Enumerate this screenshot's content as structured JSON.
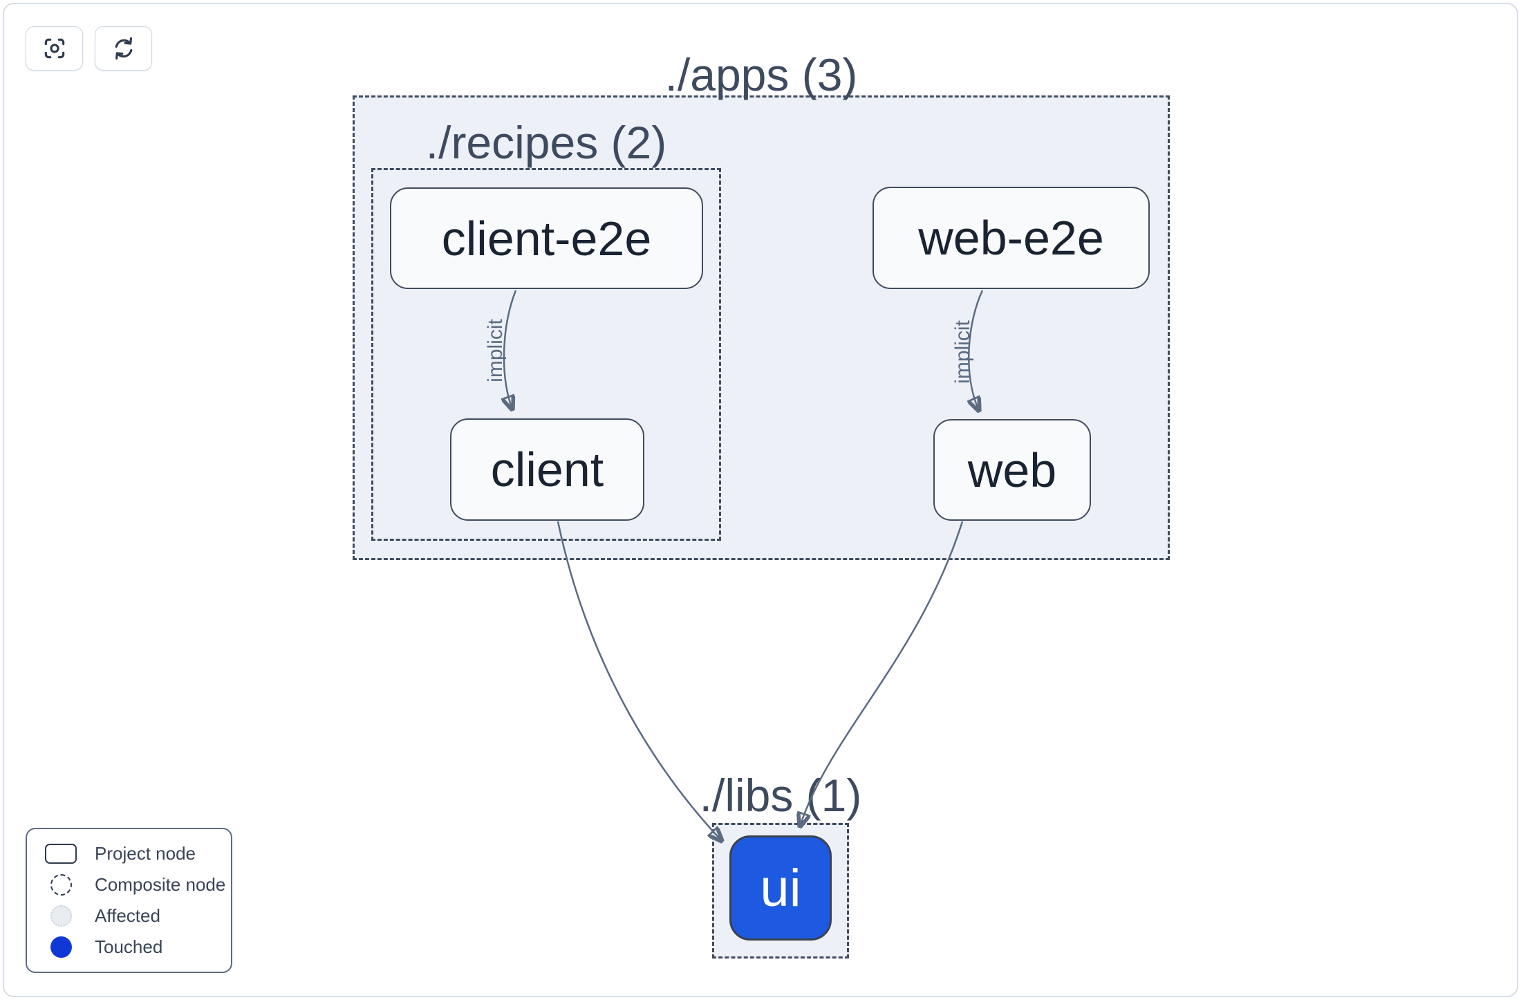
{
  "toolbar": {
    "buttons": [
      {
        "icon": "focus-icon"
      },
      {
        "icon": "refresh-icon"
      }
    ]
  },
  "graph": {
    "groups": [
      {
        "id": "apps",
        "label": "./apps (3)"
      },
      {
        "id": "recipes",
        "label": "./recipes (2)"
      },
      {
        "id": "libs",
        "label": "./libs (1)"
      }
    ],
    "nodes": [
      {
        "id": "client-e2e",
        "label": "client-e2e",
        "type": "project",
        "state": "normal"
      },
      {
        "id": "web-e2e",
        "label": "web-e2e",
        "type": "project",
        "state": "normal"
      },
      {
        "id": "client",
        "label": "client",
        "type": "project",
        "state": "normal"
      },
      {
        "id": "web",
        "label": "web",
        "type": "project",
        "state": "normal"
      },
      {
        "id": "ui",
        "label": "ui",
        "type": "project",
        "state": "touched"
      }
    ],
    "edges": [
      {
        "from": "client-e2e",
        "to": "client",
        "label": "implicit"
      },
      {
        "from": "web-e2e",
        "to": "web",
        "label": "implicit"
      },
      {
        "from": "client",
        "to": "ui",
        "label": ""
      },
      {
        "from": "web",
        "to": "ui",
        "label": ""
      }
    ]
  },
  "legend": {
    "items": [
      {
        "icon": "project-node-swatch",
        "label": "Project node"
      },
      {
        "icon": "composite-node-swatch",
        "label": "Composite node"
      },
      {
        "icon": "affected-swatch",
        "label": "Affected"
      },
      {
        "icon": "touched-swatch",
        "label": "Touched"
      }
    ]
  },
  "colors": {
    "container_fill": "#edf0f6",
    "dashed_border": "#3f4b5e",
    "node_background": "#f9fafb",
    "node_text": "#1a2332",
    "group_label": "#3e4a5f",
    "edge": "#5b6b82",
    "touched_blue_node": "#1e5ae1",
    "touched_blue_dot": "#1138d7",
    "affected_fill": "#e9edf2",
    "page_border": "#d8deeb"
  }
}
